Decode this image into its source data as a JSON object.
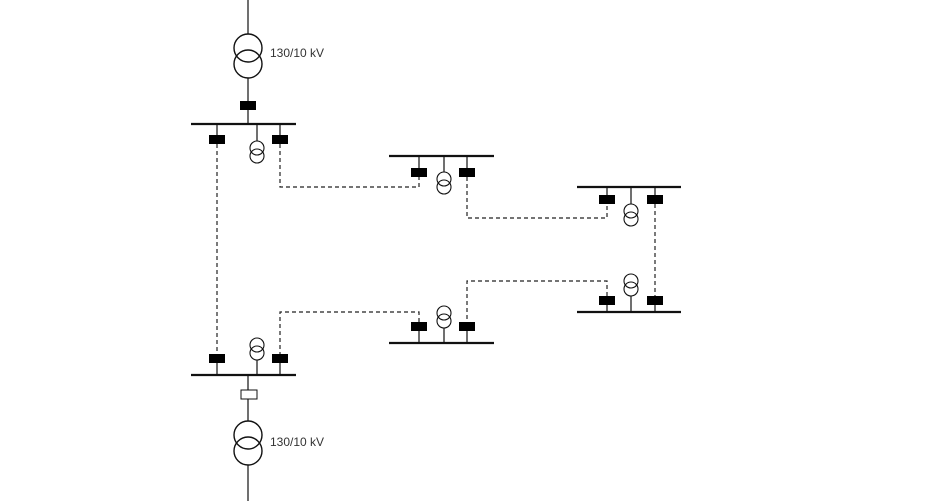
{
  "transformer_labels": {
    "top": "130/10 kV",
    "bottom": "130/10 kV"
  },
  "substations": [
    {
      "id": "A",
      "role": "primary-feed-top"
    },
    {
      "id": "B",
      "role": "primary-feed-bottom"
    },
    {
      "id": "C",
      "role": "secondary-substation"
    },
    {
      "id": "D",
      "role": "secondary-substation"
    },
    {
      "id": "E",
      "role": "secondary-substation"
    },
    {
      "id": "F",
      "role": "secondary-substation"
    }
  ],
  "line_styles": {
    "cable": "dashed",
    "connection": "solid"
  },
  "colors": {
    "line": "#111111",
    "breaker": "#000000",
    "background": "#ffffff",
    "label": "#333333"
  }
}
